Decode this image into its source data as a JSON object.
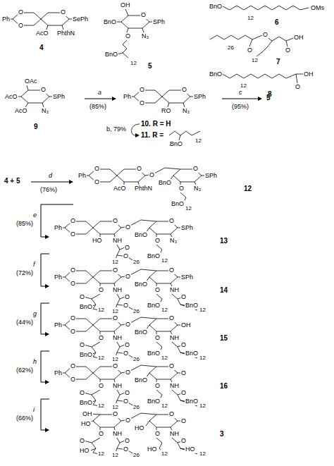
{
  "diagram": {
    "nodes": [
      {
        "text": [
          "4"
        ]
      },
      {
        "text": [
          "5"
        ]
      },
      {
        "text": [
          "6"
        ]
      },
      {
        "text": [
          "7"
        ]
      },
      {
        "text": [
          "8"
        ]
      },
      {
        "text": [
          "9"
        ]
      },
      {
        "text": [
          "10. R = H",
          "11. R ="
        ]
      },
      {
        "text": [
          "5"
        ]
      },
      {
        "text": [
          "4 + 5"
        ]
      },
      {
        "text": [
          "12"
        ]
      },
      {
        "text": [
          "13"
        ]
      },
      {
        "text": [
          "14"
        ]
      },
      {
        "text": [
          "15"
        ]
      },
      {
        "text": [
          "16"
        ]
      },
      {
        "text": [
          "3"
        ]
      }
    ],
    "edges": [
      {
        "from": 5,
        "to": 6,
        "arrow": "to",
        "label": "a"
      },
      {
        "from": 6,
        "to": 7,
        "arrow": "to",
        "label": "c"
      },
      {
        "from": 8,
        "to": 9,
        "arrow": "to",
        "label": "d"
      },
      {
        "from": 9,
        "to": 10,
        "arrow": "to",
        "label": "e"
      },
      {
        "from": 10,
        "to": 11,
        "arrow": "to",
        "label": "f"
      },
      {
        "from": 11,
        "to": 12,
        "arrow": "to",
        "label": "g"
      },
      {
        "from": 12,
        "to": 13,
        "arrow": "to",
        "label": "h"
      },
      {
        "from": 13,
        "to": 14,
        "arrow": "to",
        "label": "i"
      }
    ],
    "labels": [
      "(85%)",
      "(95%)",
      "b, 79%",
      "(76%)",
      "(85%)",
      "(72%)",
      "(44%)",
      "(62%)",
      "(66%)",
      "Ph",
      "O",
      "O",
      "O",
      "SePh",
      "AcO",
      "PhthN",
      "OH",
      "O",
      "SPh",
      "BnO",
      "N₃",
      "O",
      "BnO",
      "12",
      "BnO",
      "12",
      "OMs",
      "26",
      "O",
      "O",
      "12",
      "O",
      "OH",
      "BnO",
      "12",
      "O",
      "OH",
      "OAc",
      "O",
      "SPh",
      "AcO",
      "AcO",
      "N₃",
      "Ph",
      "O",
      "O",
      "O",
      "RO",
      "SPh",
      "N₃",
      "BnO",
      "12",
      "Ph",
      "O",
      "O",
      "O",
      "AcO",
      "PhthN",
      "O",
      "O",
      "SPh",
      "BnO",
      "N₃",
      "O",
      "BnO",
      "12",
      "Ph",
      "O",
      "O",
      "O",
      "HO",
      "NH",
      "O",
      "O",
      "SPh",
      "BnO",
      "N₃",
      "O",
      "O",
      "O",
      "26",
      "12",
      "BnO",
      "12",
      "Ph",
      "O",
      "O",
      "O",
      "O",
      "O",
      "NH",
      "O",
      "SPh",
      "BnO",
      "NH",
      "O",
      "O",
      "BnO",
      "12",
      "O",
      "O",
      "26",
      "12",
      "O",
      "BnO",
      "12",
      "BnO",
      "12",
      "Ph",
      "O",
      "O",
      "O",
      "O",
      "O",
      "NH",
      "O",
      "OH",
      "BnO",
      "NH",
      "O",
      "O",
      "BnO",
      "12",
      "O",
      "O",
      "26",
      "12",
      "O",
      "BnO",
      "12",
      "BnO",
      "12",
      "Ph",
      "O",
      "O",
      "O",
      "O",
      "O",
      "NH",
      "O",
      "O",
      "BnO",
      "NH",
      "O",
      "O",
      "BnO",
      "12",
      "O",
      "O",
      "26",
      "12",
      "O",
      "BnO",
      "12",
      "BnO",
      "12",
      "HO",
      "OH",
      "O",
      "O",
      "O",
      "NH",
      "O",
      "O",
      "HO",
      "NH",
      "O",
      "O",
      "HO",
      "12",
      "O",
      "O",
      "26",
      "12",
      "O",
      "HO",
      "12",
      "HO",
      "12"
    ]
  }
}
